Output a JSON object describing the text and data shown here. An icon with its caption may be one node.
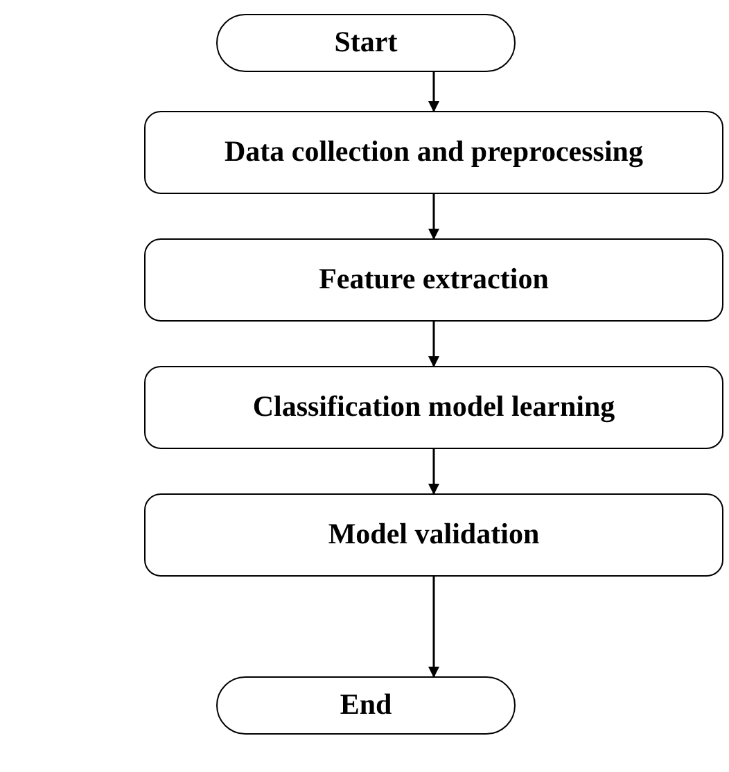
{
  "diagram": {
    "nodes": [
      {
        "text": [
          "Start"
        ]
      },
      {
        "text": [
          "Data collection and preprocessing"
        ]
      },
      {
        "text": [
          "Feature extraction"
        ]
      },
      {
        "text": [
          "Classification model learning"
        ]
      },
      {
        "text": [
          "Model validation"
        ]
      },
      {
        "text": [
          "End"
        ]
      }
    ],
    "edges": [
      {
        "from": 0,
        "to": 1,
        "arrow": "to"
      },
      {
        "from": 1,
        "to": 2,
        "arrow": "to"
      },
      {
        "from": 2,
        "to": 3,
        "arrow": "to"
      },
      {
        "from": 3,
        "to": 4,
        "arrow": "to"
      },
      {
        "from": 4,
        "to": 5,
        "arrow": "to"
      }
    ]
  }
}
